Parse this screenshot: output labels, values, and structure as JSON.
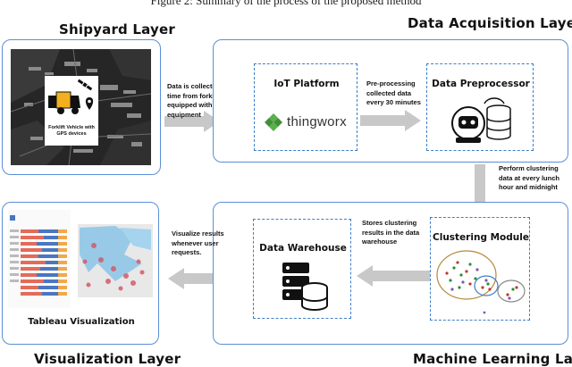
{
  "figure": {
    "caption": "Figure 2: Summary of the process of the proposed method"
  },
  "layers": {
    "shipyard": "Shipyard Layer",
    "data_acquisition": "Data Acquisition Layer",
    "machine_learning": "Machine Learning  Layer",
    "visualization": "Visualization Layer"
  },
  "shipyard": {
    "vehicle_label": "Forklift Vehicle with GPS devices"
  },
  "notes": {
    "collect": "Data is collected in real time from forklifts equipped with IoT equipment",
    "preprocess": "Pre-processing collected data every 30 minutes",
    "cluster_schedule": "Perform clustering data at every lunch hour and midnight",
    "store": "Stores clustering results in the data warehouse",
    "visualize": "Visualize results whenever user requests."
  },
  "boxes": {
    "iot_platform": "IoT Platform",
    "thingworx": "thingworx",
    "data_preprocessor": "Data Preprocessor",
    "clustering_module": "Clustering Module",
    "data_warehouse": "Data Warehouse",
    "tableau": "Tableau Visualization"
  },
  "colors": {
    "panel_border": "#5b8fd6",
    "dashed_border": "#3d7fc8",
    "arrow": "#c8c8c8",
    "thingworx_green": "#5bb04a",
    "map_dark": "#2a2a2a"
  }
}
